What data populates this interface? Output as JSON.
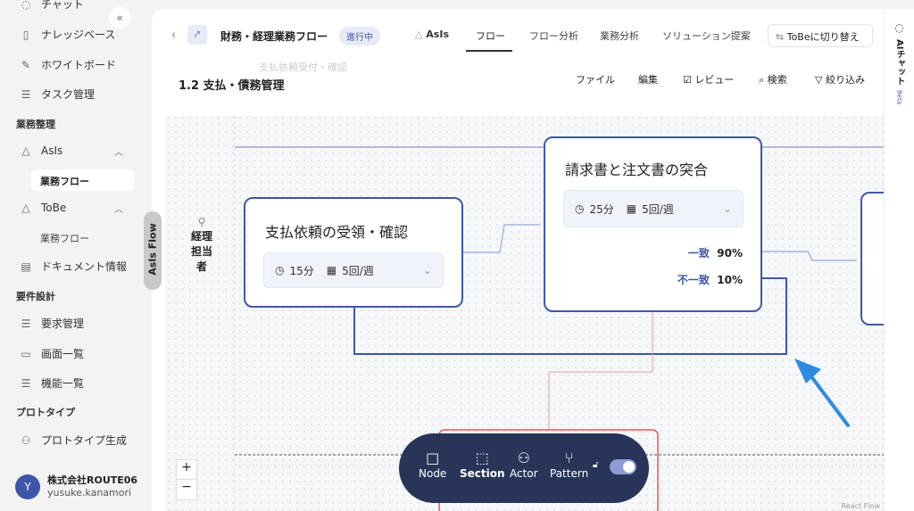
{
  "sidebar": {
    "items": [
      {
        "icon": "chat-icon",
        "label": "チャット"
      },
      {
        "icon": "book-icon",
        "label": "ナレッジベース"
      },
      {
        "icon": "whiteboard-icon",
        "label": "ホワイトボード"
      },
      {
        "icon": "task-list-icon",
        "label": "タスク管理"
      }
    ],
    "sections": {
      "business": "業務整理",
      "requirements": "要件設計",
      "prototype": "プロトタイプ"
    },
    "asis": {
      "label": "AsIs",
      "child": "業務フロー"
    },
    "tobe": {
      "label": "ToBe",
      "child": "業務フロー"
    },
    "document": "ドキュメント情報",
    "req_items": [
      "要求管理",
      "画面一覧",
      "機能一覧"
    ],
    "proto_item": "プロトタイプ生成",
    "user": {
      "initial": "Y",
      "org": "株式会社ROUTE06",
      "name": "yusuke.kanamori"
    },
    "collapse": "«",
    "handle": "AsIs Flow"
  },
  "header": {
    "title": "財務・経理業務フロー",
    "status": "進行中",
    "mode": "AsIs",
    "tabs": [
      "フロー",
      "フロー分析",
      "業務分析",
      "ソリューション提案"
    ],
    "active_tab": "フロー",
    "switch_button": "ToBeに切り替え"
  },
  "subheader": {
    "title": "1.2 支払・債務管理",
    "ghost": "支払依頼受付・確認",
    "menu": [
      "ファイル",
      "編集",
      "レビュー",
      "検索",
      "絞り込み"
    ]
  },
  "right_panel": {
    "label": "AIチャット",
    "badge": "Beta"
  },
  "lane": {
    "actor": "経理担当者"
  },
  "nodes": [
    {
      "title": "支払依頼の受領・確認",
      "time": "15分",
      "freq": "5回/週"
    },
    {
      "title": "請求書と注文書の突合",
      "time": "25分",
      "freq": "5回/週",
      "branches": [
        {
          "label": "一致",
          "pct": "90%"
        },
        {
          "label": "不一致",
          "pct": "10%"
        }
      ]
    }
  ],
  "toolbar": {
    "items": [
      "Node",
      "Section",
      "Actor",
      "Pattern"
    ],
    "active": "Section",
    "lock_toggle": true
  },
  "zoom": {
    "in": "+",
    "out": "−"
  },
  "attribution": "React Flow",
  "colors": {
    "accent": "#3f56a8",
    "toolbar": "#283559",
    "arrow": "#2f8be0"
  }
}
